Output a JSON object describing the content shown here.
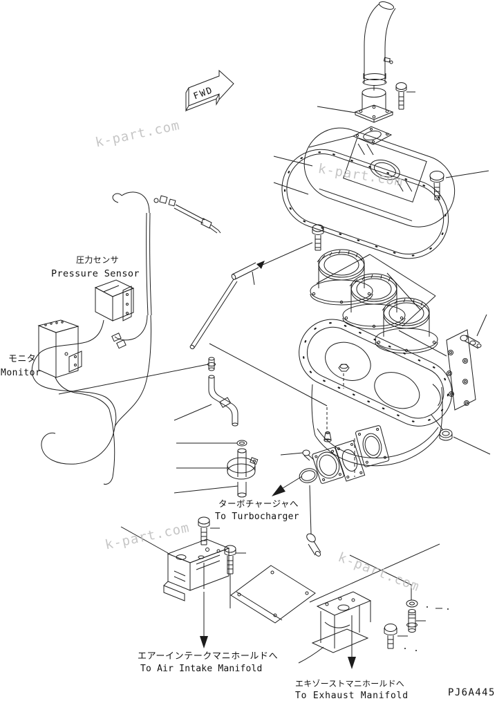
{
  "colors": {
    "background": "#ffffff",
    "line": "#1c1c1c",
    "label": "#111111",
    "watermark": "#bdbdbd"
  },
  "direction_arrow": {
    "label": "FWD"
  },
  "callouts": {
    "pressure_sensor": {
      "ja": "圧力センサ",
      "en": "Pressure Sensor"
    },
    "monitor": {
      "ja": "モニタ",
      "en": "Monitor"
    },
    "to_turbocharger": {
      "ja": "ターボチャージャへ",
      "en": "To Turbocharger"
    },
    "to_air_intake_manifold": {
      "ja": "エアーインテークマニホールドへ",
      "en": "To Air Intake Manifold"
    },
    "to_exhaust_manifold": {
      "ja": "エキゾーストマニホールドへ",
      "en": "To Exhaust Manifold"
    }
  },
  "drawing_number": "PJ6A445",
  "watermarks": [
    {
      "text": "k-part.com"
    },
    {
      "text": "k-part.com"
    },
    {
      "text": "k-part.com"
    },
    {
      "text": "k-part.com"
    }
  ]
}
